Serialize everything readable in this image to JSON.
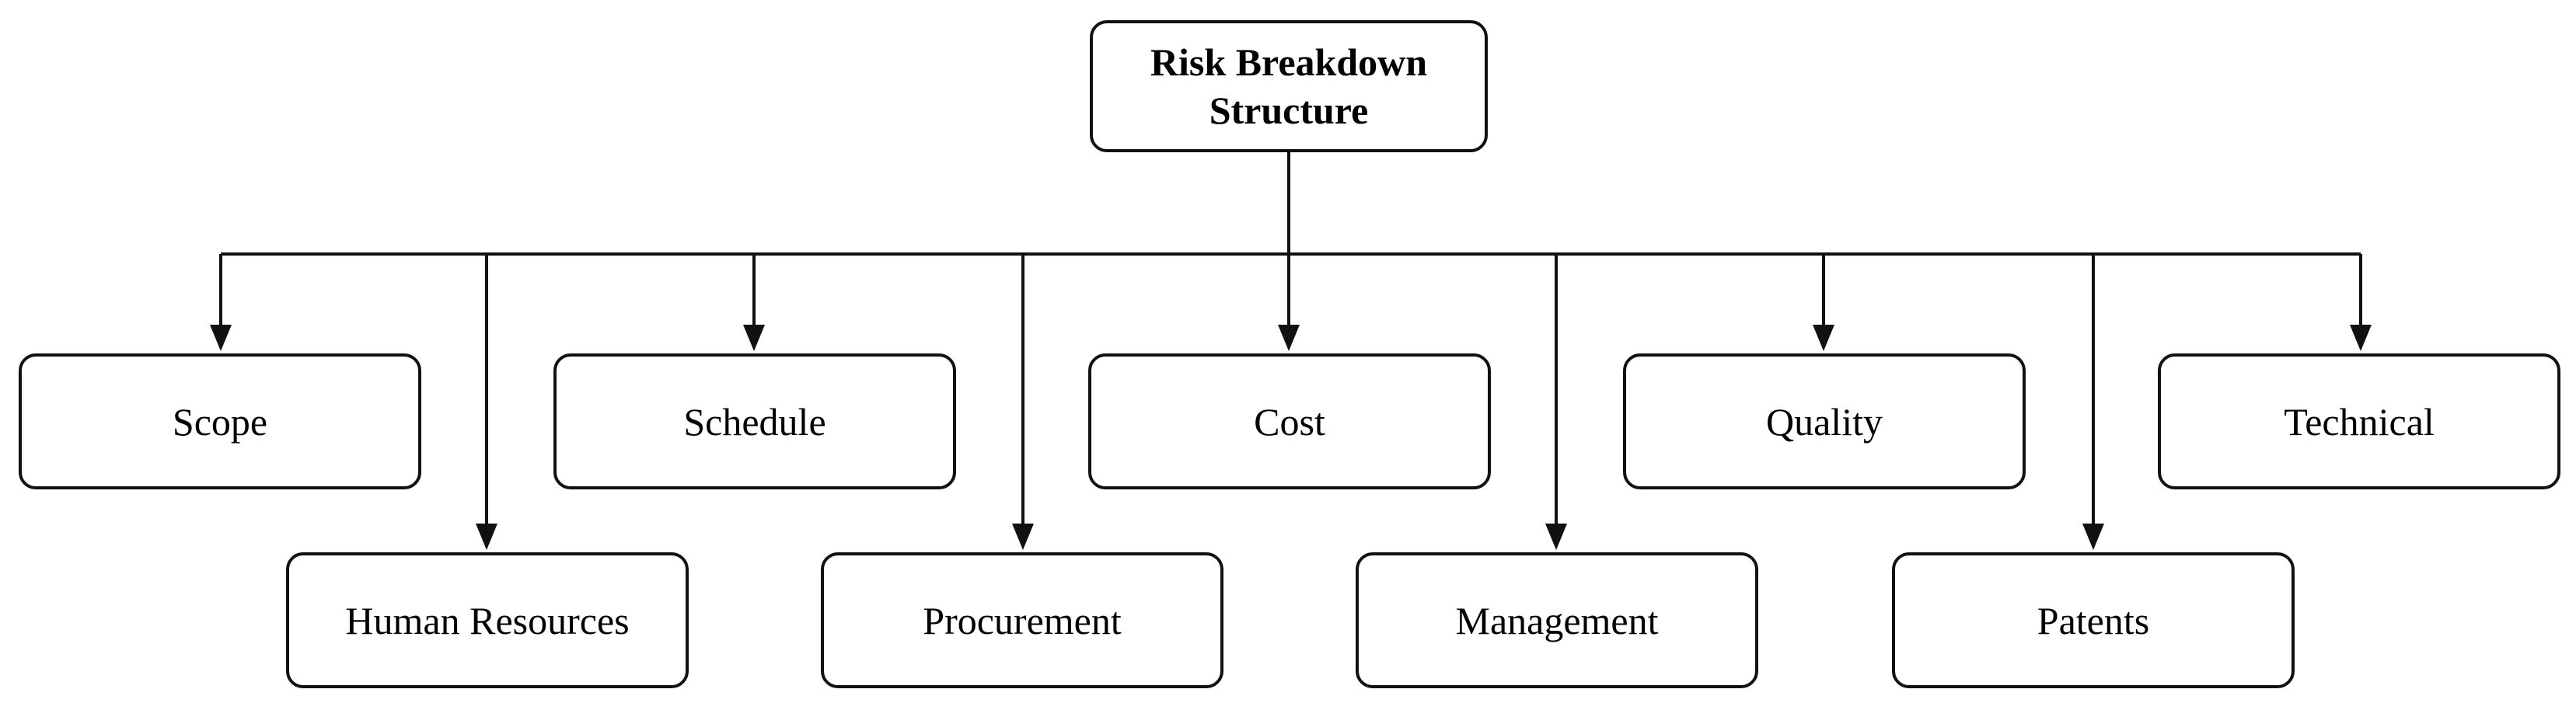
{
  "colors": {
    "line": "#111111",
    "box_border": "#111111",
    "background": "#ffffff"
  },
  "diagram": {
    "root": {
      "label_line1": "Risk Breakdown",
      "label_line2": "Structure"
    },
    "categories": [
      {
        "id": "scope",
        "label": "Scope"
      },
      {
        "id": "human-resources",
        "label": "Human Resources"
      },
      {
        "id": "schedule",
        "label": "Schedule"
      },
      {
        "id": "procurement",
        "label": "Procurement"
      },
      {
        "id": "cost",
        "label": "Cost"
      },
      {
        "id": "management",
        "label": "Management"
      },
      {
        "id": "quality",
        "label": "Quality"
      },
      {
        "id": "patents",
        "label": "Patents"
      },
      {
        "id": "technical",
        "label": "Technical"
      }
    ]
  }
}
